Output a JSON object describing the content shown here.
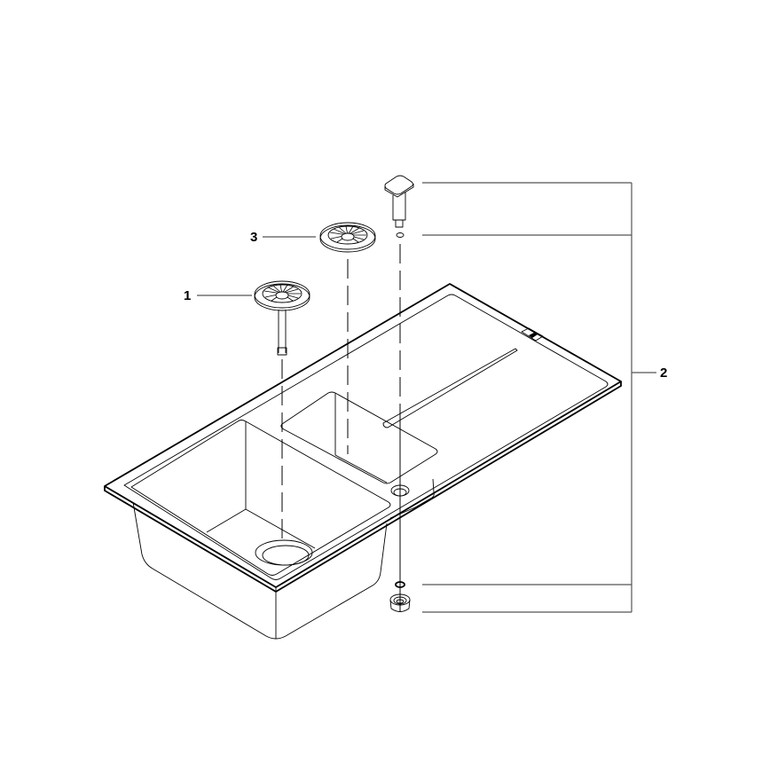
{
  "diagram": {
    "type": "exploded-parts-drawing",
    "subject": "Double-bowl kitchen sink with drainer",
    "background": "#ffffff",
    "line_color": "#000000",
    "callout_line_color": "#555555"
  },
  "callouts": [
    {
      "id": "1",
      "label": "1",
      "part": "strainer waste with stem (main bowl)"
    },
    {
      "id": "2",
      "label": "2",
      "part": "overflow / pop-up control set (knob, seals, nut)"
    },
    {
      "id": "3",
      "label": "3",
      "part": "strainer basket (small bowl)"
    }
  ]
}
